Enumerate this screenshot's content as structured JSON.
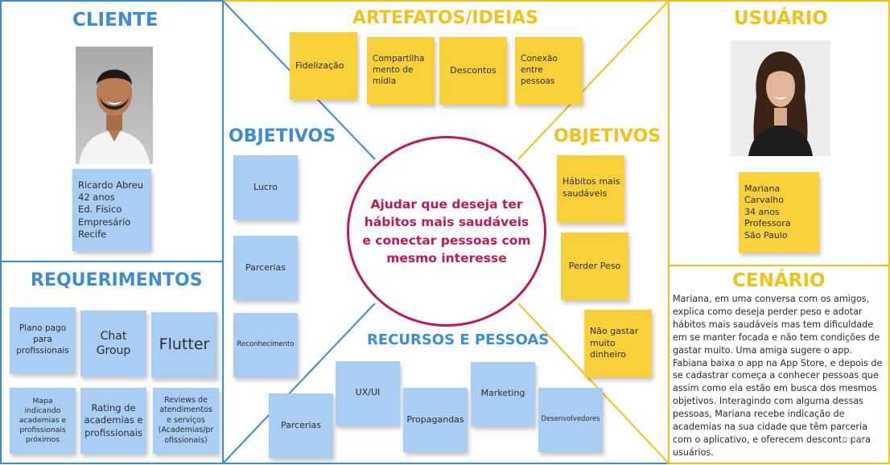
{
  "sections": {
    "cliente": "CLIENTE",
    "usuario": "USUÁRIO",
    "artefatos": "ARTEFATOS/IDEIAS",
    "objetivos_left": "OBJETIVOS",
    "objetivos_right": "OBJETIVOS",
    "requerimentos": "REQUERIMENTOS",
    "recursos": "RECURSOS E PESSOAS",
    "cenario": "CENÁRIO"
  },
  "cliente_info": "Ricardo Abreu\n42 anos\nEd. Físico\nEmpresário\nRecife",
  "usuario_info": "Mariana\nCarvalho\n34 anos\nProfessora\nSão Paulo",
  "center_text": "Ajudar que deseja ter\nhábitos mais saudáveis\ne conectar pessoas com\nmesmo interesse",
  "artefatos": [
    "Fidelização",
    "Compartilha\nmento de\nmídia",
    "Descontos",
    "Conexão\nentre\npessoas"
  ],
  "objetivos_left": [
    "Lucro",
    "Parcerias",
    "Reconhecimento"
  ],
  "objetivos_right": [
    "Hábitos mais\nsaudáveis",
    "Perder Peso",
    "Não gastar\nmuito\ndinheiro"
  ],
  "requerimentos": [
    "Plano pago\npara\nprofissionais",
    "Chat\nGroup",
    "Flutter",
    "Mapa\nindicando\nacademias e\nprofissionais\npróximos",
    "Rating de\nacademias e\nprofissionais",
    "Reviews de\natendimentos\ne serviços\n(Academias/pr\nofissionais)"
  ],
  "recursos": [
    "Parcerias",
    "UX/UI",
    "Propagandas",
    "Marketing",
    "Desenvolvedores"
  ],
  "cenario_text": "Mariana, em uma conversa com os amigos, explica como deseja perder peso e adotar hábitos mais saudáveis mas tem dificuldade em se manter focada e não tem condições de gastar muito. Uma amiga sugere o app. Fabiana baixa o app na App Store, e depois de se cadastrar começa a conhecer pessoas que assim como ela estão em busca dos mesmos objetivos. Interagindo com alguma dessas pessoas, Mariana recebe indicação de academias na sua cidade que têm parceria com o aplicativo, e oferecem desconto para usuários.",
  "watermark": "miro",
  "colors": {
    "blue_heading": "#3b8ed6",
    "yellow_heading": "#f2c316",
    "blue_note": "#a9cdf3",
    "yellow_note": "#f7d03a",
    "center_accent": "#c2185b"
  },
  "icons": [
    "man-portrait-photo",
    "woman-portrait-photo"
  ]
}
